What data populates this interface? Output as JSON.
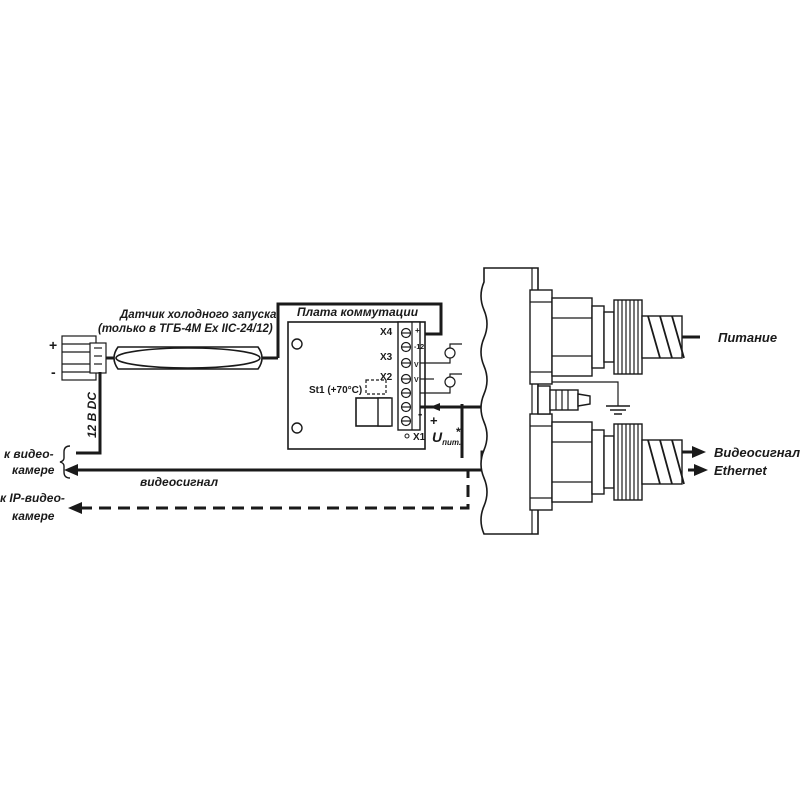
{
  "labels": {
    "sensor_title_line1": "Датчик холодного запуска",
    "sensor_title_line2": "(только в ТГБ-4М Ex IIC-24/12)",
    "board_title": "Плата коммутации",
    "thermostat": "St1 (+70°C)",
    "x1": "X1",
    "x2": "X2",
    "x3": "X3",
    "x4": "X4",
    "power_symbol": "U",
    "power_sub": "пит.",
    "asterisk": "*",
    "plus": "+",
    "minus": "-",
    "dc_label": "12 B DC",
    "to_camera_line1": "к видео-",
    "to_camera_line2": "камере",
    "to_ip_camera_line1": "к IP-видео-",
    "to_ip_camera_line2": "камере",
    "video_signal_left": "видеосигнал",
    "power_right": "Питание",
    "video_signal_right": "Видеосигнал",
    "ethernet_right": "Ethernet",
    "terminal_pins": [
      "+",
      "-12",
      "V",
      "V"
    ]
  },
  "colors": {
    "line": "#1a1a1a",
    "background": "#ffffff",
    "hatch": "#7a7a7a"
  }
}
